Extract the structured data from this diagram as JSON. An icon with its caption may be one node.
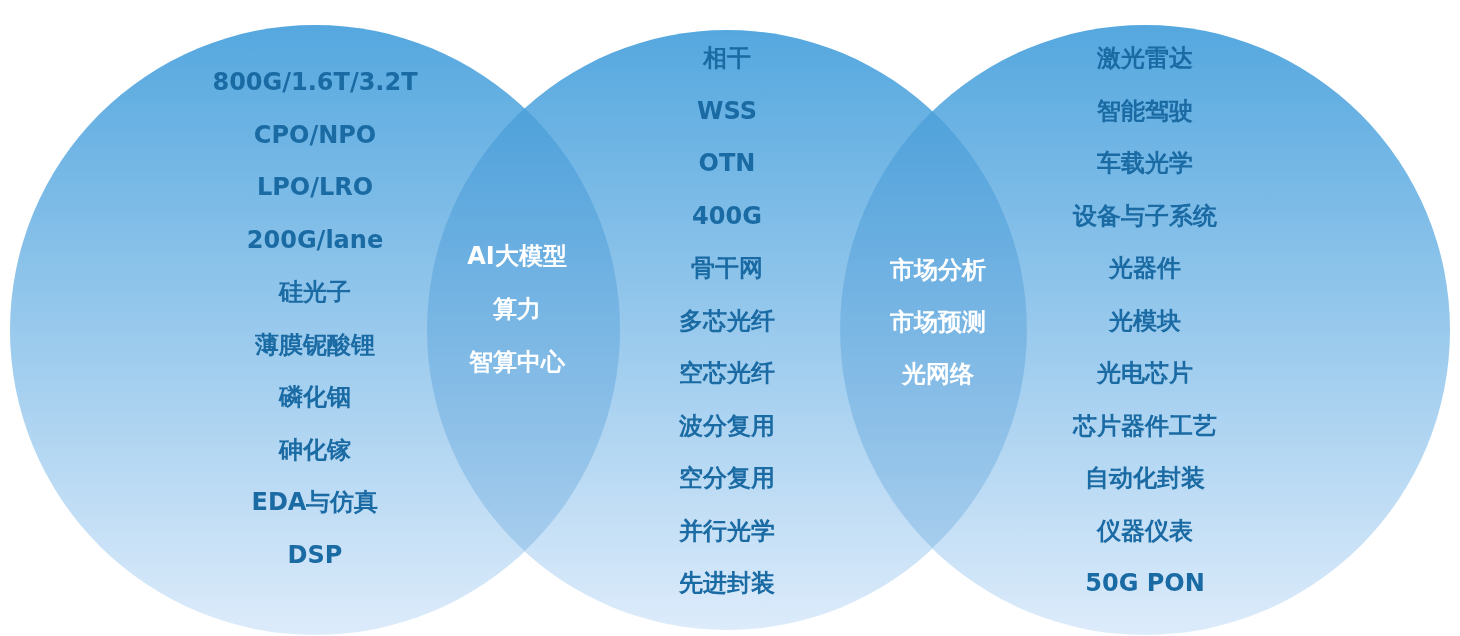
{
  "diagram": {
    "nodes": [
      {
        "text": [
          "800G/1.6T/3.2T",
          "CPO/NPO",
          "LPO/LRO",
          "200G/lane",
          "硅光子",
          "薄膜铌酸锂",
          "磷化铟",
          "砷化镓",
          "EDA与仿真",
          "DSP"
        ]
      },
      {
        "text": [
          "相干",
          "WSS",
          "OTN",
          "400G",
          "骨干网",
          "多芯光纤",
          "空芯光纤",
          "波分复用",
          "空分复用",
          "并行光学",
          "先进封装"
        ]
      },
      {
        "text": [
          "激光雷达",
          "智能驾驶",
          "车载光学",
          "设备与子系统",
          "光器件",
          "光模块",
          "光电芯片",
          "芯片器件工艺",
          "自动化封装",
          "仪器仪表",
          "50G PON"
        ]
      },
      {
        "text": [
          "AI大模型",
          "算力",
          "智算中心"
        ]
      },
      {
        "text": [
          "市场分析",
          "市场预测",
          "光网络"
        ]
      }
    ],
    "edges": []
  }
}
